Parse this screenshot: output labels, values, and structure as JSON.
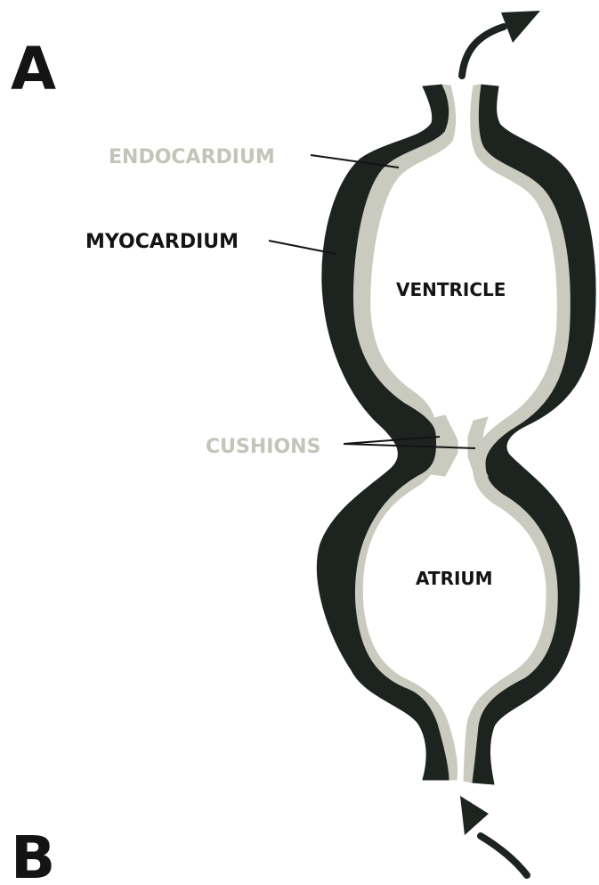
{
  "panel_labels": {
    "a": "A",
    "b": "B"
  },
  "labels": {
    "endocardium": "ENDOCARDIUM",
    "myocardium": "MYOCARDIUM",
    "cushions": "CUSHIONS",
    "ventricle": "VENTRICLE",
    "atrium": "ATRIUM"
  },
  "colors": {
    "myocardium": "#1d2420",
    "endocardium": "#c9cbbf",
    "background": "#ffffff",
    "label_dark": "#141414",
    "label_light": "#c3c5b8"
  },
  "arrows": {
    "outflow_icon": "curved-arrow-up-right-icon",
    "inflow_icon": "curved-arrow-up-left-icon"
  }
}
